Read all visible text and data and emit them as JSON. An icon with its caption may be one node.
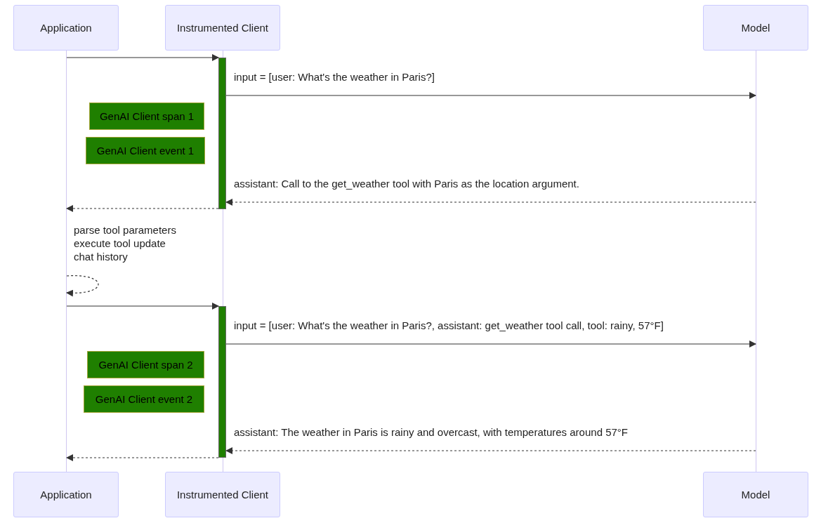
{
  "diagram": {
    "nodes": [
      {
        "text": [
          "Application"
        ]
      },
      {
        "text": [
          "Instrumented Client"
        ]
      },
      {
        "text": [
          "Model"
        ]
      },
      {
        "text": [],
        "shape": "line"
      },
      {
        "text": [],
        "shape": "line"
      },
      {
        "text": [],
        "shape": "line"
      },
      {
        "text": [],
        "shape": "bar"
      },
      {
        "text": [],
        "shape": "bar"
      },
      {
        "text": [
          "GenAI Client span 1"
        ]
      },
      {
        "text": [
          "GenAI Client event 1"
        ]
      },
      {
        "text": [
          "GenAI Client span 2"
        ]
      },
      {
        "text": [
          "GenAI Client event 2"
        ]
      },
      {
        "text": [
          "Application"
        ]
      },
      {
        "text": [
          "Instrumented Client"
        ]
      },
      {
        "text": [
          "Model"
        ]
      }
    ],
    "edges": [
      {
        "from": 3,
        "to": 6,
        "arrow": "to"
      },
      {
        "from": 6,
        "to": 5,
        "arrow": "to",
        "label": "input = [user: What's the weather in Paris?]"
      },
      {
        "from": 5,
        "to": 6,
        "arrow": "to",
        "style": "dashed",
        "label": "assistant: Call to the get_weather tool with Paris as the location argument."
      },
      {
        "from": 6,
        "to": 3,
        "arrow": "to",
        "style": "dashed"
      },
      {
        "from": 3,
        "to": 3,
        "arrow": "to",
        "style": "dashed",
        "label": "parse tool parameters execute tool update chat history"
      },
      {
        "from": 3,
        "to": 7,
        "arrow": "to"
      },
      {
        "from": 7,
        "to": 5,
        "arrow": "to",
        "label": "input = [user: What's the weather in Paris?, assistant: get_weather tool call, tool: rainy, 57°F]"
      },
      {
        "from": 5,
        "to": 7,
        "arrow": "to",
        "style": "dashed",
        "label": "assistant: The weather in Paris is rainy and overcast, with temperatures around 57°F"
      },
      {
        "from": 7,
        "to": 3,
        "arrow": "to",
        "style": "dashed"
      }
    ]
  }
}
